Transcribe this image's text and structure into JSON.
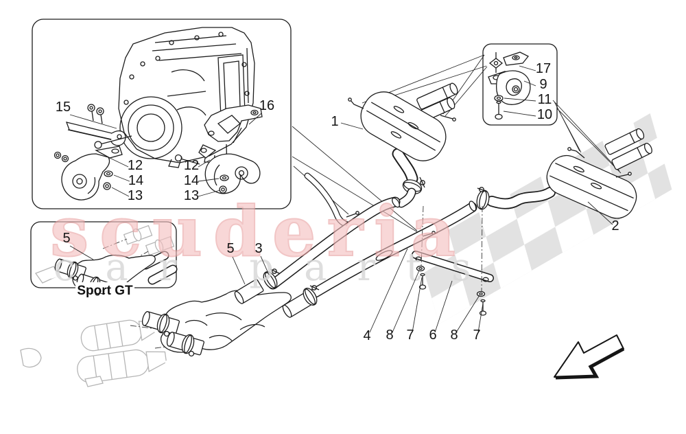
{
  "diagram": {
    "part_labels": {
      "n1": "1",
      "n2": "2",
      "n3": "3",
      "n4": "4",
      "n5_main": "5",
      "n5_sport": "5",
      "n6": "6",
      "n7_left": "7",
      "n7_right": "7",
      "n8_left": "8",
      "n8_right": "8",
      "n9": "9",
      "n10": "10",
      "n11": "11",
      "n12_left": "12",
      "n12_right": "12",
      "n13_left": "13",
      "n13_right": "13",
      "n14_left": "14",
      "n14_right": "14",
      "n15": "15",
      "n16": "16",
      "n17": "17"
    },
    "sport_gt_caption": "Sport GT"
  },
  "watermark": {
    "brand": "scuderia",
    "sub": "car parts",
    "brand_fill": "#f5c0c0",
    "brand_stroke": "#e9a2a2",
    "sub_color": "#d9d9d9",
    "flag_color": "#dcdcdc"
  },
  "colors": {
    "line": "#1c1c1c",
    "gray_art": "#b5b5b5",
    "background": "#ffffff"
  },
  "icons": [
    "direction-arrow"
  ]
}
